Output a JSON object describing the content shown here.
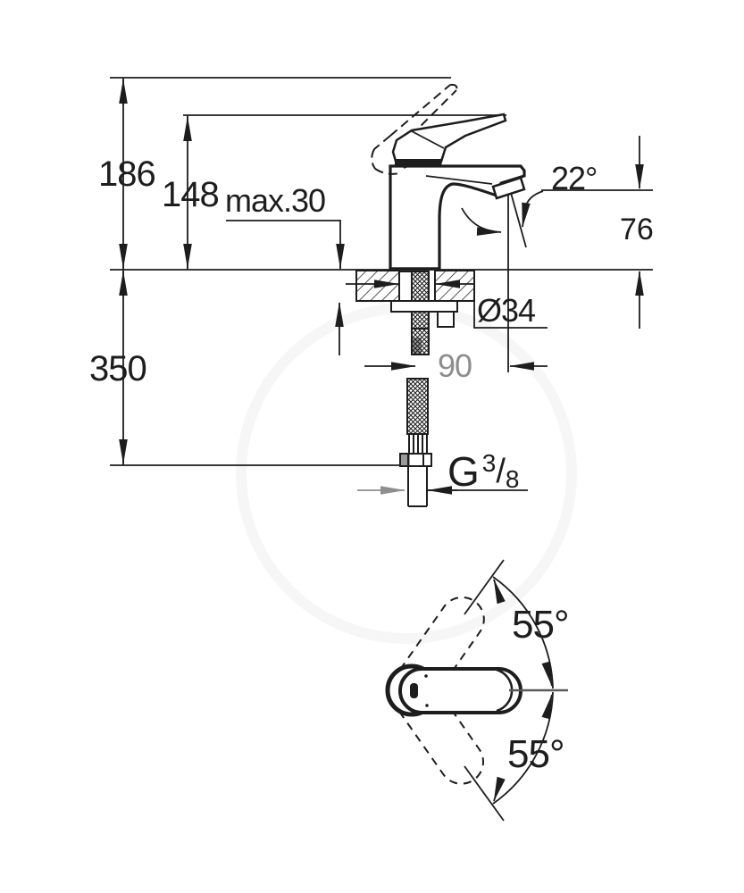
{
  "drawing_title": "faucet-dimension-drawing",
  "side_view": {
    "dim_total_height": "186",
    "dim_handle_height": "148",
    "dim_deck_thickness": "max.30",
    "dim_spout_angle": "22°",
    "dim_outlet_height": "76",
    "dim_hole_diameter": "Ø34",
    "dim_below_deck_length": "350",
    "dim_spout_reach": "90",
    "thread": {
      "g": "G",
      "sup": "3",
      "slash": "/",
      "sub": "8"
    }
  },
  "top_view": {
    "dim_swivel_upper": "55°",
    "dim_swivel_lower": "55°"
  },
  "colors": {
    "line": "#1d1d1d",
    "gray_accent": "#8e8e8e",
    "background": "#ffffff"
  }
}
